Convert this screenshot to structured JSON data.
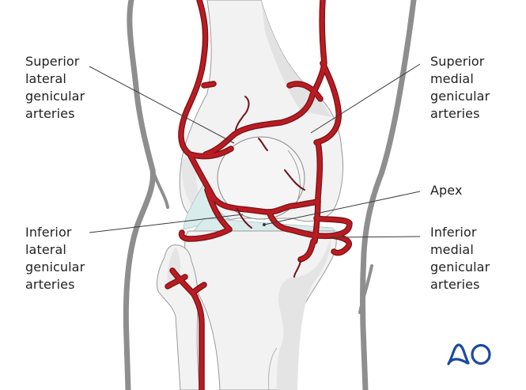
{
  "diagram": {
    "subject": "Knee anterior view with genicular arterial anastomosis",
    "colors": {
      "artery": "#b81c22",
      "artery_outline": "#7a1014",
      "bone_fill": "#f2f2f2",
      "bone_shadow": "#e2e2e2",
      "bone_outline": "#9a9a9a",
      "skin_outline": "#8e8e8e",
      "meniscus": "#d9ecec",
      "leader_line": "#3a3a3a",
      "label_text": "#222222",
      "logo": "#1b4aa0"
    }
  },
  "labels": {
    "superior_lateral": {
      "line1": "Superior",
      "line2": "lateral",
      "line3": "genicular",
      "line4": "arteries"
    },
    "superior_medial": {
      "line1": "Superior",
      "line2": "medial",
      "line3": "genicular",
      "line4": "arteries"
    },
    "apex": {
      "line1": "Apex"
    },
    "inferior_lateral": {
      "line1": "Inferior",
      "line2": "lateral",
      "line3": "genicular",
      "line4": "arteries"
    },
    "inferior_medial": {
      "line1": "Inferior",
      "line2": "medial",
      "line3": "genicular",
      "line4": "arteries"
    }
  },
  "logo": {
    "text": "AO"
  }
}
